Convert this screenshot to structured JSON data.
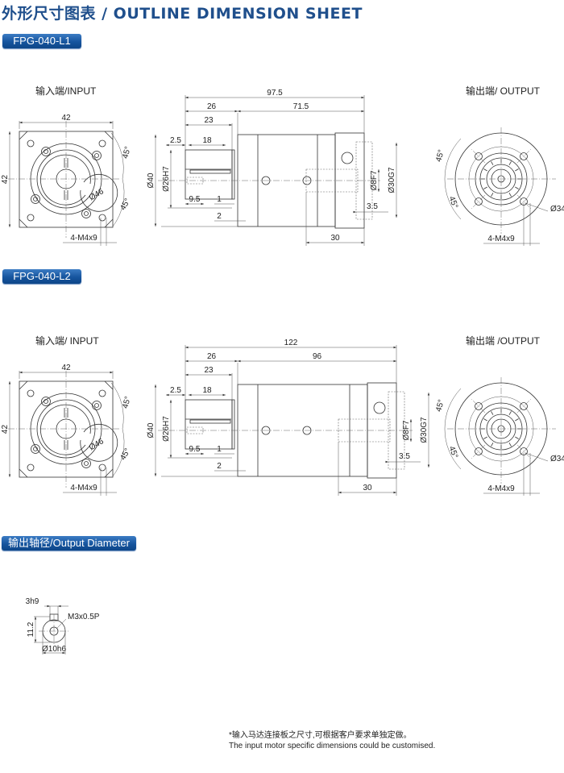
{
  "title": "外形尺寸图表 / OUTLINE DIMENSION SHEET",
  "sections": [
    {
      "model": "FPG-040-L1",
      "input_label": "输入端/INPUT",
      "output_label": "输出端/ OUTPUT",
      "input_view": {
        "width": "42",
        "height": "42",
        "bolt_circle": "Ø46",
        "angle_top": "45°",
        "angle_bottom": "45°",
        "threads": "4-M4x9"
      },
      "side_view": {
        "overall": "97.5",
        "adapter": "26",
        "body": "71.5",
        "d23": "23",
        "d25": "2.5",
        "d18": "18",
        "d95": "9.5",
        "d1": "1",
        "d2": "2",
        "pilot": "Ø26H7",
        "dia40": "Ø40",
        "shaft": "Ø8F7",
        "spigot": "Ø30G7",
        "d35": "3.5",
        "d30": "30"
      },
      "output_view": {
        "angle_top": "45°",
        "angle_bottom": "45°",
        "bolt_circle": "Ø34",
        "threads": "4-M4x9"
      }
    },
    {
      "model": "FPG-040-L2",
      "input_label": "输入端/ INPUT",
      "output_label": "输出端 /OUTPUT",
      "input_view": {
        "width": "42",
        "height": "42",
        "bolt_circle": "Ø46",
        "angle_top": "45°",
        "angle_bottom": "45°",
        "threads": "4-M4x9"
      },
      "side_view": {
        "overall": "122",
        "adapter": "26",
        "body": "96",
        "d23": "23",
        "d25": "2.5",
        "d18": "18",
        "d95": "9.5",
        "d1": "1",
        "d2": "2",
        "pilot": "Ø26H7",
        "dia40": "Ø40",
        "shaft": "Ø8F7",
        "spigot": "Ø30G7",
        "d35": "3.5",
        "d30": "30"
      },
      "output_view": {
        "angle_top": "45°",
        "angle_bottom": "45°",
        "bolt_circle": "Ø34",
        "threads": "4-M4x9"
      }
    }
  ],
  "output_diameter": {
    "heading": "输出轴径/Output Diameter",
    "key": "3h9",
    "height": "11.2",
    "thread": "M3x0.5P",
    "diameter": "Ø10h6"
  },
  "note": {
    "cn": "*输入马达连接板之尺寸,可根据客户要求单独定做。",
    "en": "The input motor specific dimensions could be customised."
  },
  "colors": {
    "title": "#1f4f8c",
    "badge": "#16559e"
  }
}
